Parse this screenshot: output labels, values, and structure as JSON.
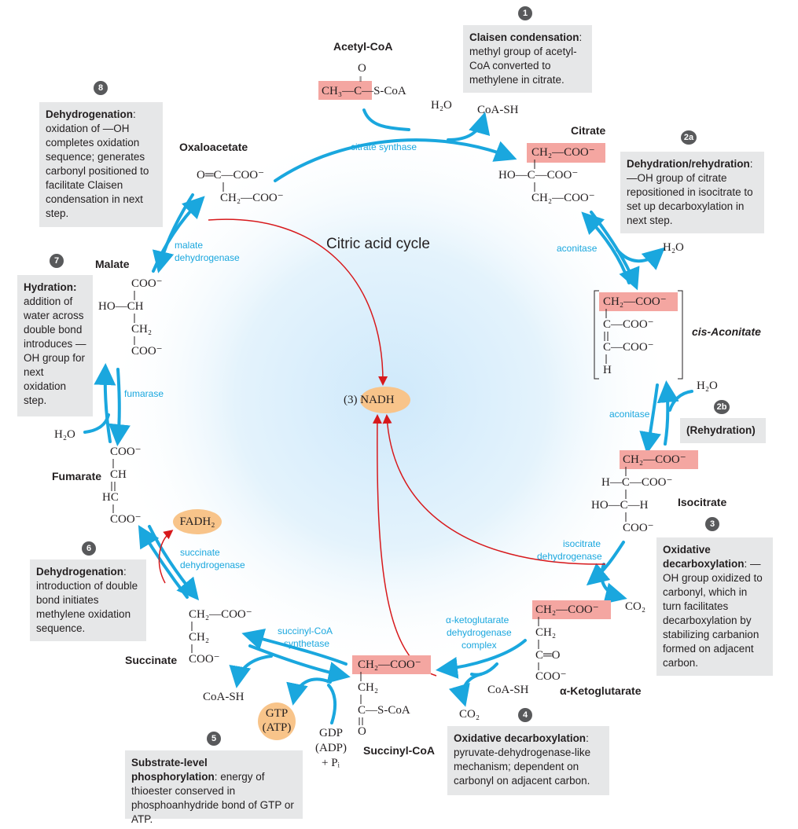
{
  "title": "Citric acid cycle",
  "compounds": {
    "acetyl_coa": "Acetyl-CoA",
    "citrate": "Citrate",
    "cis_aconitate": "cis-Aconitate",
    "isocitrate": "Isocitrate",
    "alpha_ketoglutarate": "α-Ketoglutarate",
    "succinyl_coa": "Succinyl-CoA",
    "succinate": "Succinate",
    "fumarate": "Fumarate",
    "malate": "Malate",
    "oxaloacetate": "Oxaloacetate"
  },
  "enzymes": {
    "citrate_synthase": "citrate synthase",
    "aconitase_1": "aconitase",
    "aconitase_2": "aconitase",
    "isocitrate_dh_1": "isocitrate",
    "isocitrate_dh_2": "dehydrogenase",
    "akg_dh_1": "α-ketoglutarate",
    "akg_dh_2": "dehydrogenase",
    "akg_dh_3": "complex",
    "succinyl_coa_synthetase_1": "succinyl-CoA",
    "succinyl_coa_synthetase_2": "synthetase",
    "succinate_dh_1": "succinate",
    "succinate_dh_2": "dehydrogenase",
    "fumarase": "fumarase",
    "malate_dh_1": "malate",
    "malate_dh_2": "dehydrogenase"
  },
  "small_molecules": {
    "h2o_1": "H₂O",
    "coash_1": "CoA-SH",
    "h2o_2": "H₂O",
    "h2o_3": "H₂O",
    "co2_1": "CO₂",
    "coash_2": "CoA-SH",
    "co2_2": "CO₂",
    "coash_3": "CoA-SH",
    "gdp": "GDP",
    "adp": "(ADP)",
    "pi": "+ Pᵢ",
    "h2o_4": "H₂O",
    "nadh": "(3)  NADH",
    "fadh2": "FADH₂",
    "gtp": "GTP",
    "atp": "(ATP)"
  },
  "structures": {
    "acetyl": {
      "o": "O",
      "dbl": "‖",
      "main": "CH₃—C—S-CoA"
    },
    "citrate": {
      "l1": "CH₂—COO⁻",
      "l2": "HO—C—COO⁻",
      "l3": "CH₂—COO⁻"
    },
    "cis_aconitate": {
      "l1": "CH₂—COO⁻",
      "l2": "C—COO⁻",
      "l3": "C—COO⁻",
      "l4": "H"
    },
    "isocitrate": {
      "l1": "CH₂—COO⁻",
      "l2": "H—C—COO⁻",
      "l3": "HO—C—H",
      "l4": "COO⁻"
    },
    "akg": {
      "l1": "CH₂—COO⁻",
      "l2": "CH₂",
      "l3": "C═O",
      "l4": "COO⁻"
    },
    "succinyl": {
      "l1": "CH₂—COO⁻",
      "l2": "CH₂",
      "l3": "C—S-CoA",
      "l4": "O"
    },
    "succinate": {
      "l1": "CH₂—COO⁻",
      "l2": "CH₂",
      "l3": "COO⁻"
    },
    "fumarate": {
      "l1": "COO⁻",
      "l2": "CH",
      "l3": "HC",
      "l4": "COO⁻"
    },
    "malate": {
      "l1": "COO⁻",
      "l2": "HO—CH",
      "l3": "CH₂",
      "l4": "COO⁻"
    },
    "oxaloacetate": {
      "l1": "O═C—COO⁻",
      "l2": "CH₂—COO⁻"
    }
  },
  "steps": {
    "s1": {
      "num": "1",
      "head": "Claisen condensation",
      "text": "methyl group of acetyl-CoA converted to methylene in citrate."
    },
    "s2a": {
      "num": "2a",
      "head": "Dehydration/rehydration",
      "text": "—OH group of citrate repositioned in isocitrate to set up decarboxylation in next step."
    },
    "s2b": {
      "num": "2b",
      "head": "(Rehydration)"
    },
    "s3": {
      "num": "3",
      "head": "Oxidative decarboxylation",
      "text": "—OH group oxidized to carbonyl, which in turn facilitates decarboxylation by stabilizing carbanion formed on adjacent carbon."
    },
    "s4": {
      "num": "4",
      "head": "Oxidative decarboxylation",
      "text": "pyruvate-dehydrogenase-like mechanism; dependent on carbonyl on adjacent carbon."
    },
    "s5": {
      "num": "5",
      "head": "Substrate-level phosphorylation",
      "text": "energy of thioester conserved in phosphoanhydride bond of GTP or ATP."
    },
    "s6": {
      "num": "6",
      "head": "Dehydrogenation",
      "text": "introduction of double bond initiates methylene oxidation sequence."
    },
    "s7": {
      "num": "7",
      "head": "Hydration:",
      "text": "addition of water across double bond introduces —OH group for next oxidation step."
    },
    "s8": {
      "num": "8",
      "head": "Dehydrogenation",
      "text": "oxidation of —OH completes oxidation sequence; generates carbonyl positioned to facilitate Claisen condensation in next step."
    }
  },
  "colors": {
    "arrow": "#1aa7de",
    "nadh_arrow": "#d7191c",
    "highlight": "#f4a6a1",
    "oval": "#f8c48a",
    "box": "#e6e7e8",
    "glow": "#cfe9fb"
  }
}
